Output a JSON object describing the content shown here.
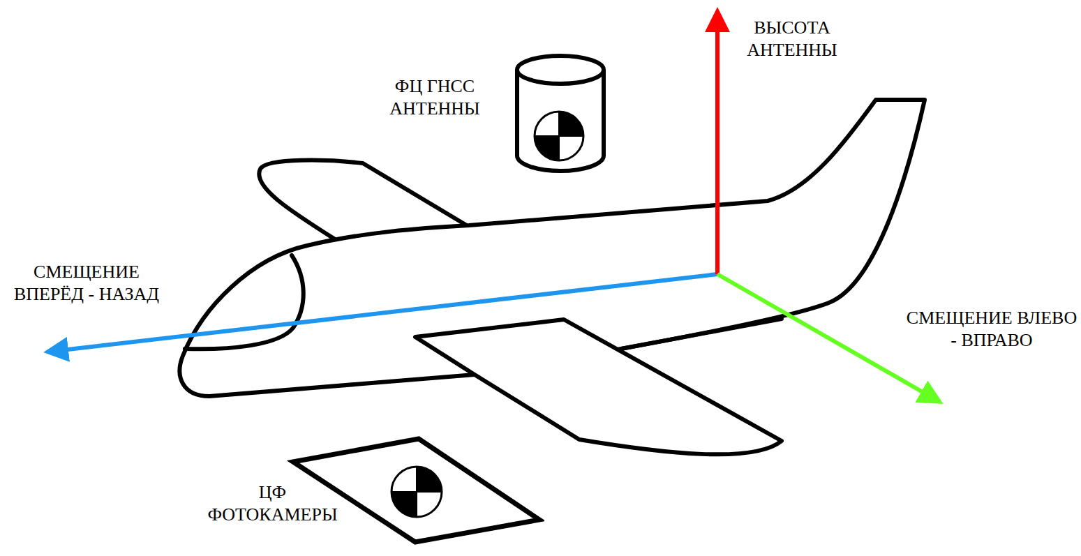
{
  "diagram": {
    "nodes": [
      {
        "text": [
          "ФЦ ГНСС АНТЕННЫ"
        ]
      },
      {
        "text": [
          "ЦФ ФОТОКАМЕРЫ"
        ]
      }
    ],
    "labels": [
      "ВЫСОТА АНТЕННЫ",
      "СМЕЩЕНИЕ ВПЕРЁД - НАЗАД",
      "СМЕЩЕНИЕ ВЛЕВО - ВПРАВО"
    ]
  }
}
